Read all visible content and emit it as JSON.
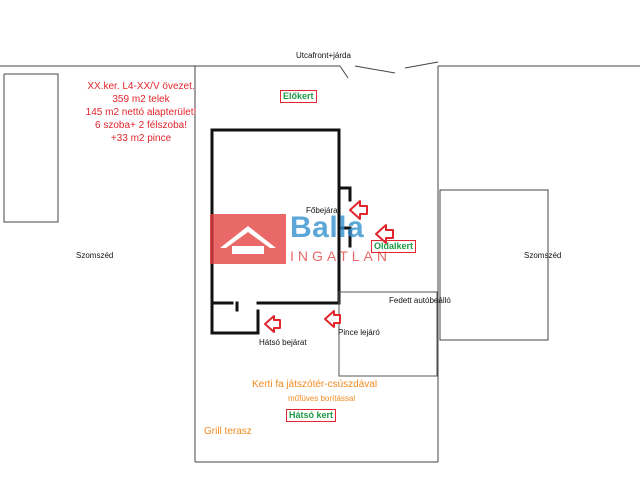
{
  "street_label": "Utcafront+járda",
  "info_lines": [
    "XX.ker. L4-XX/V övezet.",
    "359 m2 telek",
    "145 m2 nettó alapterület!",
    "6 szoba+ 2 félszoba!",
    "+33 m2 pince"
  ],
  "front_garden": "Előkert",
  "main_entrance": "Főbejárat",
  "side_garden": "Oldalkert",
  "covered_parking": "Fedett autóbeálló",
  "back_entrance": "Hátsó bejárat",
  "cellar_entrance": "Pince lejáró",
  "playground_line1": "Kerti fa játszótér-csúszdával",
  "playground_line2": "műfüves borítással",
  "back_garden": "Hátsó kert",
  "grill_terrace": "Grill terasz",
  "neighbor_left": "Szomszéd",
  "neighbor_right": "Szomszéd",
  "watermark": {
    "brand": "Balla",
    "sub": "INGATLAN",
    "brand_color": "#2f8fce",
    "accent_color": "#e4403f"
  },
  "colors": {
    "annotation_red": "#e1262d",
    "label_green": "#1f9a46",
    "label_orange": "#f28a1f",
    "walls": "#111111"
  }
}
